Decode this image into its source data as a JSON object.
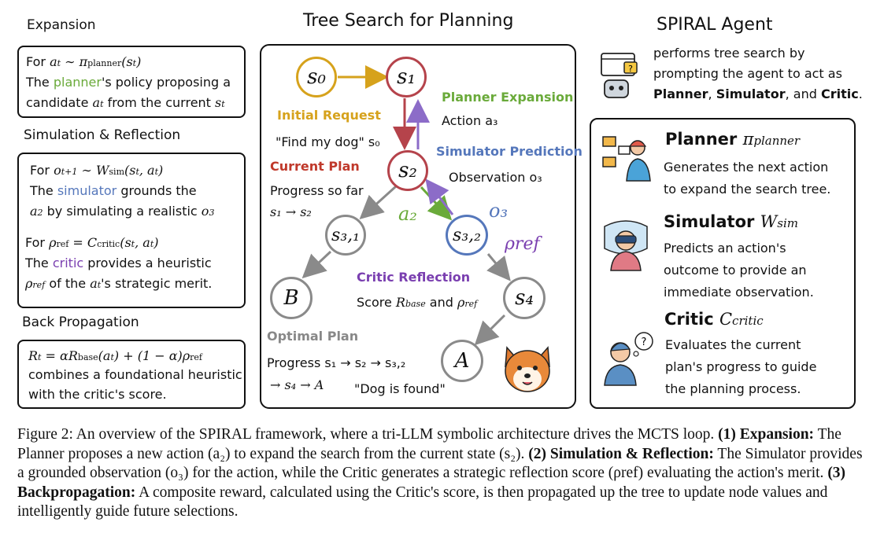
{
  "left": {
    "expansion_title": "Expansion",
    "expansion_line1_prefix": "For",
    "expansion_line1_math": "a_t ∼ π_planner(s_t)",
    "expansion_line2_pre": "The ",
    "expansion_line2_hl": "planner",
    "expansion_line2_post": "'s policy proposing a",
    "expansion_line3": "candidate a_t from the current s_t",
    "sim_title": "Simulation & Reflection",
    "sim_line1_prefix": "For",
    "sim_line1_math": "o_{t+1} ∼ W_sim(s_t, a_t)",
    "sim_line2_pre": "The ",
    "sim_line2_hl": "simulator",
    "sim_line2_post": " grounds the",
    "sim_line3": "a_2 by simulating a realistic o_3",
    "critic_line1_prefix": "For",
    "critic_line1_math": "ρ_ref = C_critic(s_t, a_t)",
    "critic_line2_pre": "The ",
    "critic_line2_hl": "critic",
    "critic_line2_post": " provides a heuristic",
    "critic_line3": "ρ_ref of the a_t's strategic merit.",
    "back_title": "Back Propagation",
    "back_line1": "R_t = αR_base(a_t) + (1 − α)ρ_ref",
    "back_line2": "combines a foundational heuristic",
    "back_line3": "with the critic's score."
  },
  "center": {
    "title": "Tree Search for Planning",
    "nodes": {
      "s0": "s₀",
      "s1": "s₁",
      "s2": "s₂",
      "s31": "s₃,₁",
      "s32": "s₃,₂",
      "s4": "s₄",
      "B": "B",
      "A": "A"
    },
    "initial_request_label": "Initial Request",
    "initial_request_text": "\"Find my dog\" s₀",
    "planner_expansion_label": "Planner Expansion",
    "planner_expansion_text": "Action a₃",
    "simulator_prediction_label": "Simulator Prediction",
    "simulator_prediction_text": "Observation o₃",
    "current_plan_label": "Current Plan",
    "current_plan_text1": "Progress so far",
    "current_plan_text2": "s₁ → s₂",
    "edge_a2": "a₂",
    "edge_o3": "o₃",
    "edge_rho": "ρref",
    "critic_reflection_label": "Critic Reflection",
    "critic_reflection_text": "Score R_base and ρref",
    "optimal_plan_label": "Optimal Plan",
    "optimal_plan_text1": "Progress s₁ → s₂ → s₃,₂",
    "optimal_plan_text2": "→ s₄ → A",
    "dog_found": "\"Dog is found\""
  },
  "right": {
    "title": "SPIRAL Agent",
    "intro1": "performs tree search by",
    "intro2": "prompting the agent to act as",
    "intro3_planner": "Planner",
    "intro3_sep1": ", ",
    "intro3_simulator": "Simulator",
    "intro3_sep2": ", and ",
    "intro3_critic": "Critic",
    "intro3_end": ".",
    "planner_name": "Planner",
    "planner_math": "π planner",
    "planner_desc1": "Generates the next action",
    "planner_desc2": "to expand the search tree.",
    "simulator_name": "Simulator",
    "simulator_math": "W sim",
    "simulator_desc1": "Predicts an action's",
    "simulator_desc2": "outcome to provide an",
    "simulator_desc3": "immediate observation.",
    "critic_name": "Critic",
    "critic_math": "C critic",
    "critic_desc1": "Evaluates the current",
    "critic_desc2": "plan's progress to guide",
    "critic_desc3": "the planning process."
  },
  "caption": {
    "fig": "Figure 2: An overview of the SPIRAL framework, where a tri-LLM symbolic architecture drives the MCTS loop.",
    "h1": "(1) Expansion:",
    "t1": "The Planner proposes a new action (a₂) to expand the search from the current state (s₂).",
    "h2": "(2) Simulation & Reflection:",
    "t2": "The Simulator provides a grounded observation (o₃) for the action, while the Critic generates a strategic reflection score (ρref) evaluating the action's merit.",
    "h3": "(3) Backpropagation:",
    "t3": "A composite reward, calculated using the Critic's score, is then propagated up the tree to update node values and intelligently guide future selections."
  },
  "colors": {
    "orange": "#d6a21c",
    "red": "#c0392b",
    "blue": "#5577bb",
    "green": "#6aaa3a",
    "purple": "#7a3fb0",
    "gray": "#888888"
  }
}
